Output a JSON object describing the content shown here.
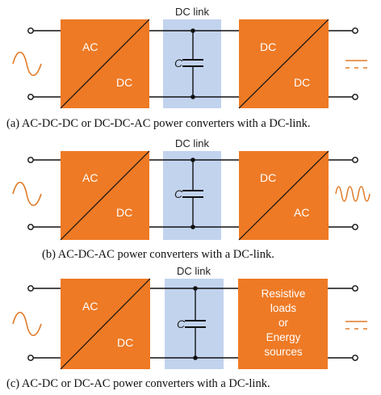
{
  "colors": {
    "converter": "#ee7a25",
    "dc_link": "#c2d3ee",
    "wire": "#111111",
    "signal": "#e07a28"
  },
  "panels": [
    {
      "dc_link_label": "DC link",
      "capacitor_label": "C",
      "block1": {
        "top": "AC",
        "bottom": "DC"
      },
      "block2": {
        "top": "DC",
        "bottom": "DC"
      },
      "input_icon": "sine-wave-icon",
      "output_icon": "dc-symbol-icon",
      "caption": "(a)  AC-DC-DC or DC-DC-AC power converters with a DC-link."
    },
    {
      "dc_link_label": "DC link",
      "capacitor_label": "C",
      "block1": {
        "top": "AC",
        "bottom": "DC"
      },
      "block2": {
        "top": "DC",
        "bottom": "AC"
      },
      "input_icon": "sine-wave-icon",
      "output_icon": "high-frequency-wave-icon",
      "caption": "(b)  AC-DC-AC power converters with a DC-link."
    },
    {
      "dc_link_label": "DC link",
      "capacitor_label": "C",
      "block1": {
        "top": "AC",
        "bottom": "DC"
      },
      "block2_lines": [
        "Resistive",
        "loads",
        "or",
        "Energy",
        "sources"
      ],
      "input_icon": "sine-wave-icon",
      "output_icon": "dc-symbol-icon",
      "caption": "(c)  AC-DC or DC-AC power converters with a DC-link."
    }
  ]
}
